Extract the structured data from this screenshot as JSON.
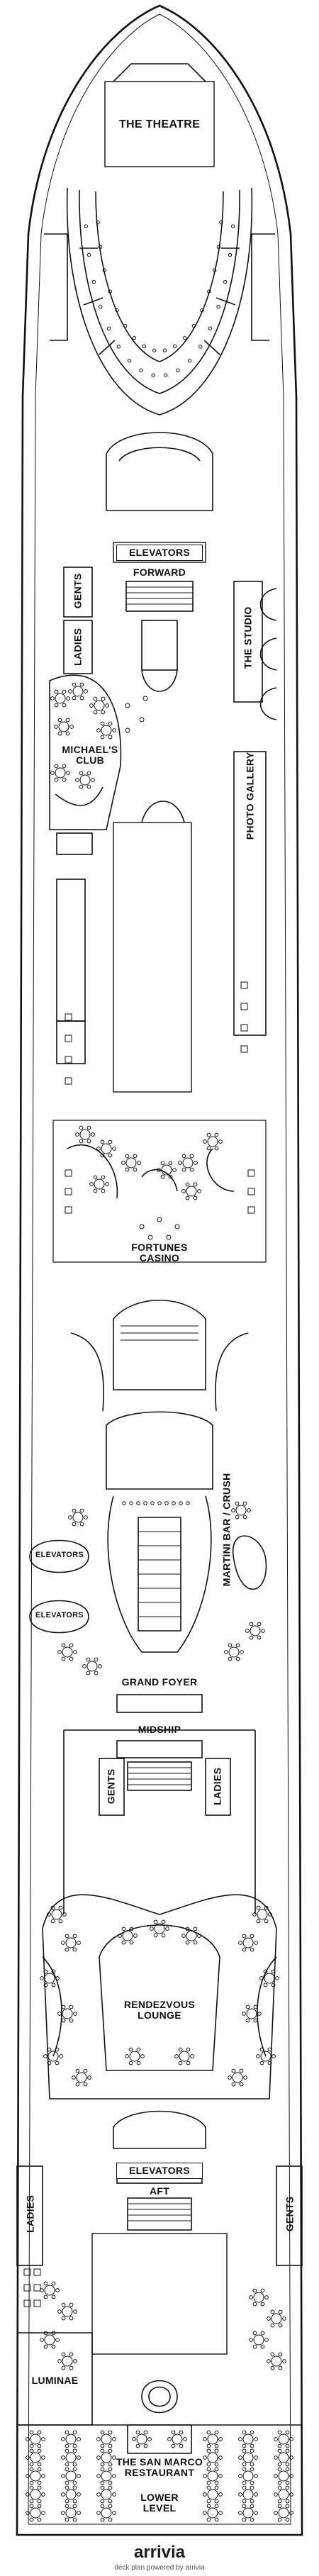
{
  "venues": {
    "theatre": "THE THEATRE",
    "elevators_forward": "ELEVATORS",
    "forward": "FORWARD",
    "gents_fwd": "GENTS",
    "ladies_fwd": "LADIES",
    "the_studio": "THE STUDIO",
    "michaels_club_1": "MICHAEL'S",
    "michaels_club_2": "CLUB",
    "photo_gallery": "PHOTO GALLERY",
    "fortunes_1": "FORTUNES",
    "fortunes_2": "CASINO",
    "martini_bar": "MARTINI BAR / CRUSH",
    "elevators_left_1": "ELEVATORS",
    "elevators_left_2": "ELEVATORS",
    "grand_foyer": "GRAND FOYER",
    "midship": "MIDSHIP",
    "gents_mid": "GENTS",
    "ladies_mid": "LADIES",
    "rendezvous_1": "RENDEZVOUS",
    "rendezvous_2": "LOUNGE",
    "elevators_aft": "ELEVATORS",
    "aft": "AFT",
    "ladies_aft": "LADIES",
    "gents_aft": "GENTS",
    "luminae": "LUMINAE",
    "san_marco_1": "THE SAN MARCO",
    "san_marco_2": "RESTAURANT",
    "lower_1": "LOWER",
    "lower_2": "LEVEL"
  },
  "footer": {
    "brand": "arrivia",
    "credit": "deck plan powered by arrivia"
  },
  "colors": {
    "line": "#111111",
    "background": "#ffffff",
    "brand": "#1b1b1b",
    "brand_accent": "#0fa3b1"
  }
}
